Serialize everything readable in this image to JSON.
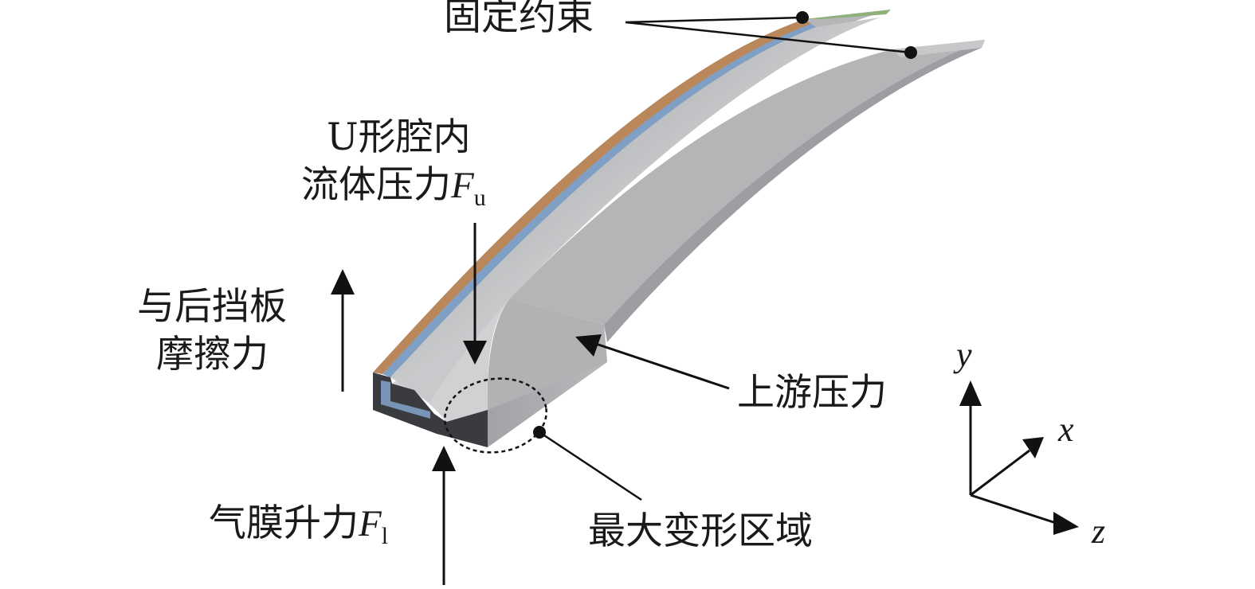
{
  "labels": {
    "fixed_constraint": "固定约束",
    "u_cavity_line1": "U形腔内",
    "u_cavity_line2_prefix": "流体压力",
    "u_cavity_symbol": "F",
    "u_cavity_subscript": "u",
    "friction_line1": "与后挡板",
    "friction_line2": "摩擦力",
    "upstream_pressure": "上游压力",
    "film_lift_prefix": "气膜升力",
    "film_lift_symbol": "F",
    "film_lift_subscript": "l",
    "max_deformation": "最大变形区域"
  },
  "axes": {
    "y": "y",
    "x": "x",
    "z": "z"
  },
  "colors": {
    "seal_body": "#a9aaac",
    "seal_top": "#c3c4c6",
    "seal_dark": "#3a3b3f",
    "edge_orange": "#b9875a",
    "edge_blue": "#7f9fc4",
    "line": "#111111"
  }
}
